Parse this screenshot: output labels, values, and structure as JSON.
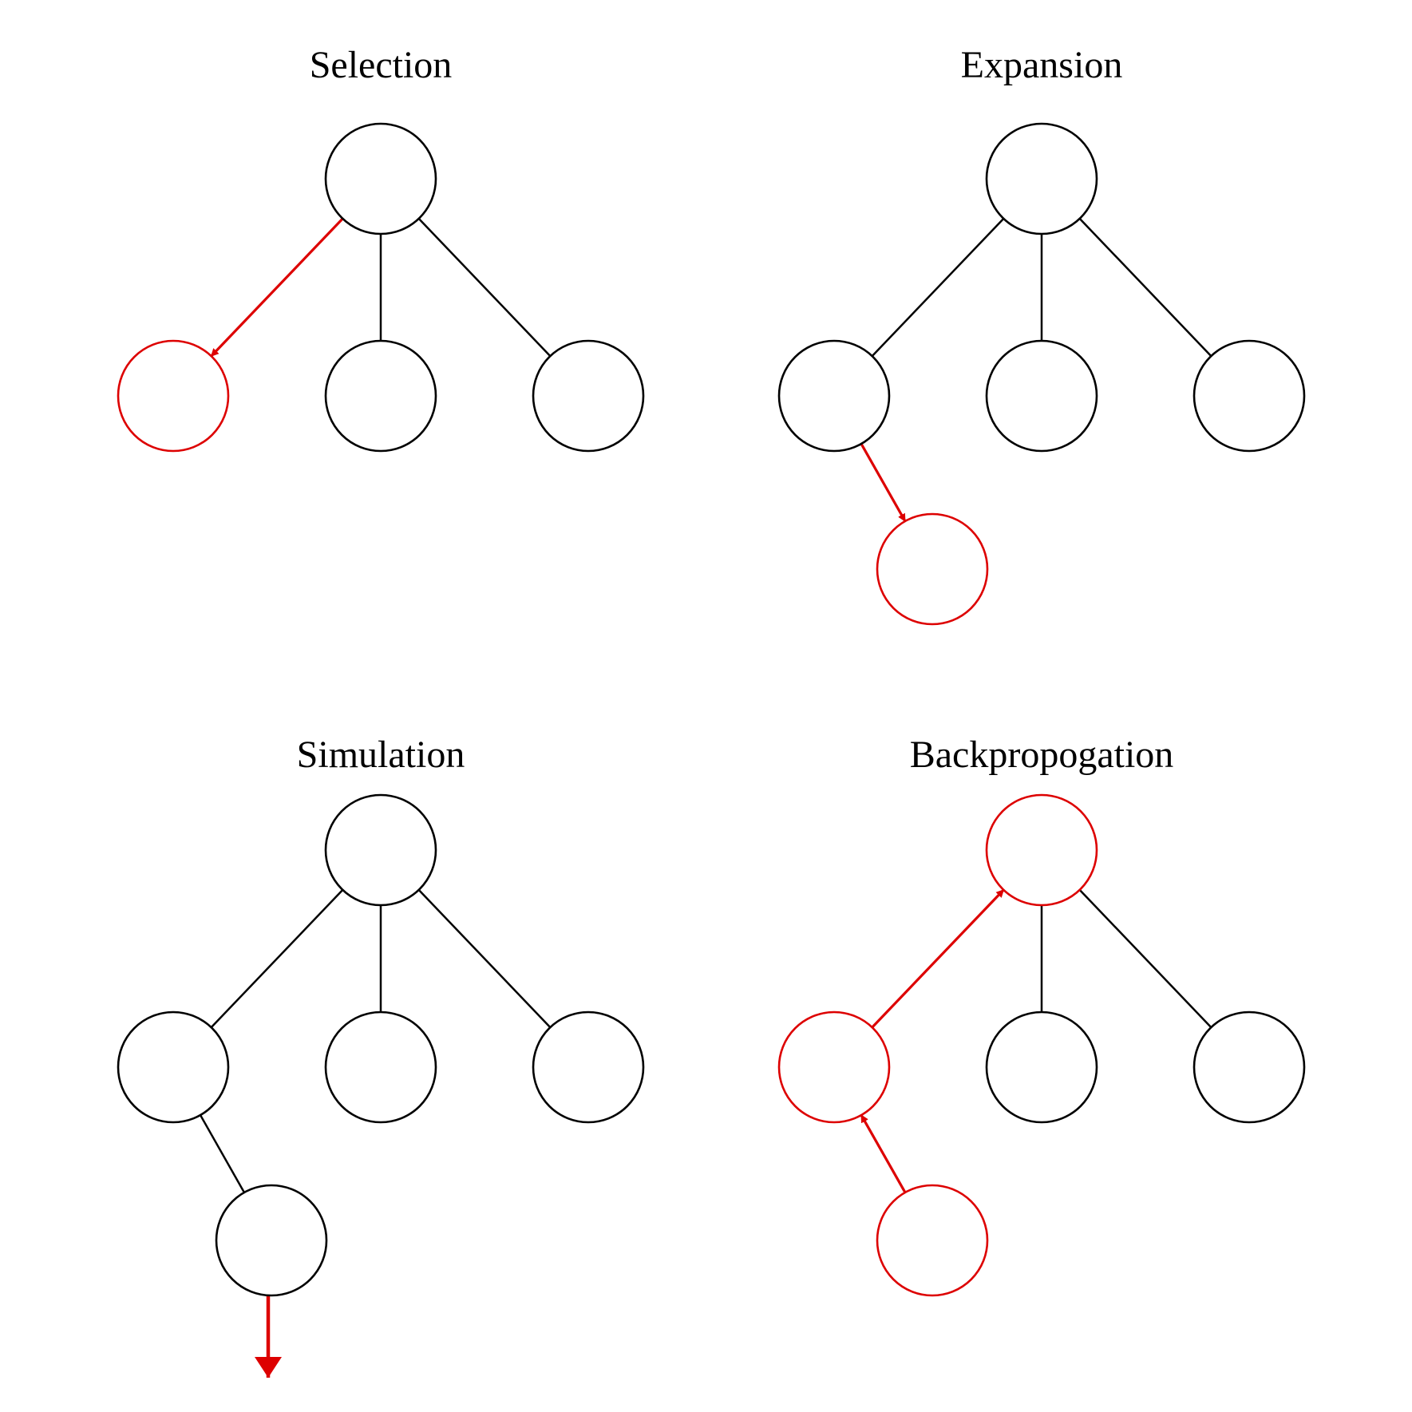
{
  "colors": {
    "default": "#000000",
    "highlight": "#dd0000"
  },
  "panels": [
    {
      "title": "Selection",
      "nodes": [
        {
          "id": "root",
          "highlight": false
        },
        {
          "id": "left",
          "highlight": true
        },
        {
          "id": "mid",
          "highlight": false
        },
        {
          "id": "right",
          "highlight": false
        }
      ],
      "edges": [
        {
          "from": "root",
          "to": "left",
          "style": "arrow",
          "direction": "down",
          "highlight": true
        },
        {
          "from": "root",
          "to": "mid",
          "style": "line",
          "highlight": false
        },
        {
          "from": "root",
          "to": "right",
          "style": "line",
          "highlight": false
        }
      ]
    },
    {
      "title": "Expansion",
      "nodes": [
        {
          "id": "root",
          "highlight": false
        },
        {
          "id": "left",
          "highlight": false
        },
        {
          "id": "mid",
          "highlight": false
        },
        {
          "id": "right",
          "highlight": false
        },
        {
          "id": "leaf",
          "highlight": true
        }
      ],
      "edges": [
        {
          "from": "root",
          "to": "left",
          "style": "line",
          "highlight": false
        },
        {
          "from": "root",
          "to": "mid",
          "style": "line",
          "highlight": false
        },
        {
          "from": "root",
          "to": "right",
          "style": "line",
          "highlight": false
        },
        {
          "from": "left",
          "to": "leaf",
          "style": "arrow",
          "direction": "down",
          "highlight": true
        }
      ]
    },
    {
      "title": "Simulation",
      "nodes": [
        {
          "id": "root",
          "highlight": false
        },
        {
          "id": "left",
          "highlight": false
        },
        {
          "id": "mid",
          "highlight": false
        },
        {
          "id": "right",
          "highlight": false
        },
        {
          "id": "leaf",
          "highlight": false
        }
      ],
      "edges": [
        {
          "from": "root",
          "to": "left",
          "style": "line",
          "highlight": false
        },
        {
          "from": "root",
          "to": "mid",
          "style": "line",
          "highlight": false
        },
        {
          "from": "root",
          "to": "right",
          "style": "line",
          "highlight": false
        },
        {
          "from": "left",
          "to": "leaf",
          "style": "line",
          "highlight": false
        }
      ],
      "rollout": {
        "from": "leaf",
        "highlight": true
      }
    },
    {
      "title": "Backpropogation",
      "nodes": [
        {
          "id": "root",
          "highlight": true
        },
        {
          "id": "left",
          "highlight": true
        },
        {
          "id": "mid",
          "highlight": false
        },
        {
          "id": "right",
          "highlight": false
        },
        {
          "id": "leaf",
          "highlight": true
        }
      ],
      "edges": [
        {
          "from": "root",
          "to": "left",
          "style": "arrow",
          "direction": "up",
          "highlight": true
        },
        {
          "from": "root",
          "to": "mid",
          "style": "line",
          "highlight": false
        },
        {
          "from": "root",
          "to": "right",
          "style": "line",
          "highlight": false
        },
        {
          "from": "left",
          "to": "leaf",
          "style": "arrow",
          "direction": "up",
          "highlight": true
        }
      ]
    }
  ]
}
